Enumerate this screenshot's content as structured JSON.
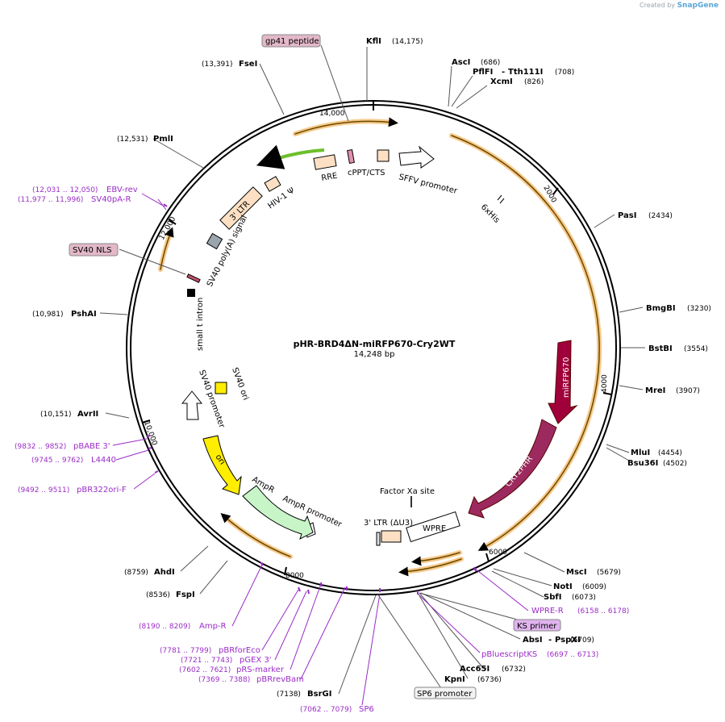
{
  "brand": {
    "created_by": "Created by",
    "product": "SnapGene"
  },
  "plasmid": {
    "name": "pHR-BRD4ΔN-miRFP670-Cry2WT",
    "size_label": "14,248 bp"
  },
  "ticks": [
    {
      "label": "2000"
    },
    {
      "label": "4000"
    },
    {
      "label": "6000"
    },
    {
      "label": "8000"
    },
    {
      "label": "10,000"
    },
    {
      "label": "12,000"
    },
    {
      "label": "14,000"
    }
  ],
  "sites": [
    {
      "name": "KflI",
      "pos": "(14,175)"
    },
    {
      "name": "AscI",
      "pos": "(686)"
    },
    {
      "name": "PflFI",
      "name2": "Tth111I",
      "pos": "(708)"
    },
    {
      "name": "XcmI",
      "pos": "(826)"
    },
    {
      "name": "PasI",
      "pos": "(2434)"
    },
    {
      "name": "BmgBI",
      "pos": "(3230)"
    },
    {
      "name": "BstBI",
      "pos": "(3554)"
    },
    {
      "name": "MreI",
      "pos": "(3907)"
    },
    {
      "name": "MluI",
      "pos": "(4454)"
    },
    {
      "name": "Bsu36I",
      "pos": "(4502)"
    },
    {
      "name": "MscI",
      "pos": "(5679)"
    },
    {
      "name": "NotI",
      "pos": "(6009)"
    },
    {
      "name": "SbfI",
      "pos": "(6073)"
    },
    {
      "name": "AbsI",
      "name2": "PspXI",
      "pos": "(6709)"
    },
    {
      "name": "Acc65I",
      "pos": "(6732)"
    },
    {
      "name": "KpnI",
      "pos": "(6736)"
    },
    {
      "name": "BsrGI",
      "pos": "(7138)"
    },
    {
      "name": "AhdI",
      "pos": "(8759)"
    },
    {
      "name": "FspI",
      "pos": "(8536)"
    },
    {
      "name": "AvrII",
      "pos": "(10,151)"
    },
    {
      "name": "PshAI",
      "pos": "(10,981)"
    },
    {
      "name": "PmlI",
      "pos": "(12,531)"
    },
    {
      "name": "FseI",
      "pos": "(13,391)"
    }
  ],
  "primers": [
    {
      "name": "EBV-rev",
      "pos": "(12,031 .. 12,050)"
    },
    {
      "name": "SV40pA-R",
      "pos": "(11,977 .. 11,996)"
    },
    {
      "name": "pBABE 3'",
      "pos": "(9832 .. 9852)"
    },
    {
      "name": "L4440",
      "pos": "(9745 .. 9762)"
    },
    {
      "name": "pBR322ori-F",
      "pos": "(9492 .. 9511)"
    },
    {
      "name": "Amp-R",
      "pos": "(8190 .. 8209)"
    },
    {
      "name": "pBRforEco",
      "pos": "(7781 .. 7799)"
    },
    {
      "name": "pGEX 3'",
      "pos": "(7721 .. 7743)"
    },
    {
      "name": "pRS-marker",
      "pos": "(7602 .. 7621)"
    },
    {
      "name": "pBRrevBam",
      "pos": "(7369 .. 7388)"
    },
    {
      "name": "SP6",
      "pos": "(7062 .. 7079)"
    },
    {
      "name": "WPRE-R",
      "pos": "(6158 .. 6178)"
    },
    {
      "name": "pBluescriptKS",
      "pos": "(6697 .. 6713)"
    }
  ],
  "boxed_labels": [
    {
      "name": "gp41 peptide"
    },
    {
      "name": "SV40 NLS"
    },
    {
      "name": "KS primer"
    },
    {
      "name": "SP6 promoter"
    }
  ],
  "features": [
    {
      "name": "miRFP670",
      "color": "#a0003a"
    },
    {
      "name": "CRY2PHR",
      "color": "#9c2a5e"
    },
    {
      "name": "WPRE"
    },
    {
      "name": "Factor Xa site"
    },
    {
      "name": "3' LTR (ΔU3)"
    },
    {
      "name": "AmpR promoter"
    },
    {
      "name": "AmpR",
      "color": "#c8f5c8"
    },
    {
      "name": "ori",
      "color": "#ffee00"
    },
    {
      "name": "SV40 promoter"
    },
    {
      "name": "SV40 ori"
    },
    {
      "name": "small t intron"
    },
    {
      "name": "SV40 poly(A) signal"
    },
    {
      "name": "3' LTR"
    },
    {
      "name": "HIV-1 Ψ"
    },
    {
      "name": "RRE"
    },
    {
      "name": "cPPT/CTS"
    },
    {
      "name": "SFFV promoter"
    },
    {
      "name": "6xHis"
    }
  ],
  "colors": {
    "orf_arrow": "#f0a623",
    "primer_purple": "#9a2cc7",
    "feature_peach": "#fde0c4",
    "backbone": "#000000"
  }
}
